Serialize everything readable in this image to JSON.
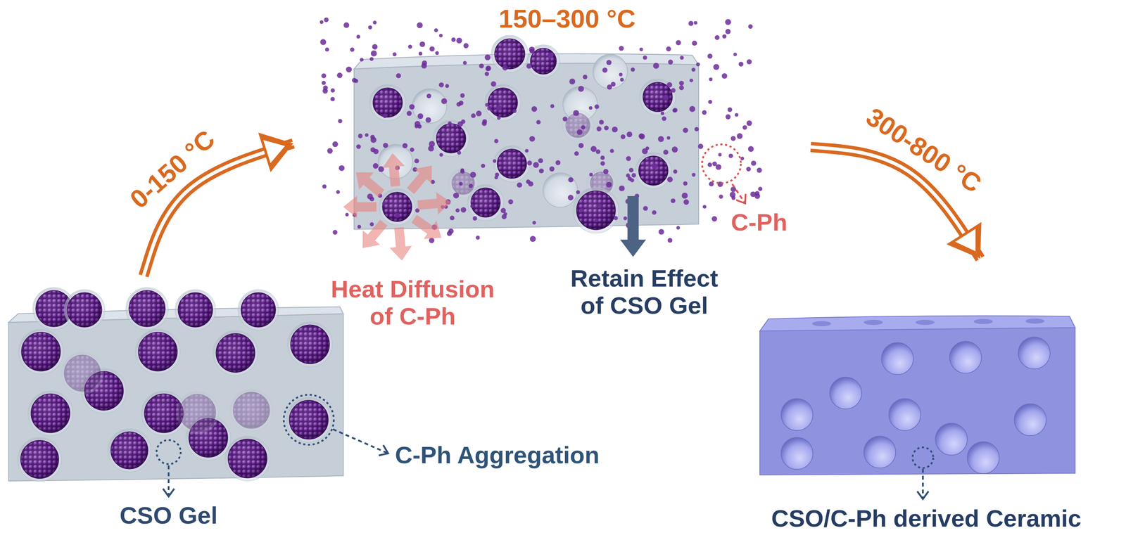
{
  "diagram": {
    "nodes": [
      {
        "text": [
          "C-Ph Aggregation",
          "CSO Gel"
        ]
      },
      {
        "text": [
          "150–300 °C"
        ]
      },
      {
        "text": [
          "CSO/C-Ph derived Ceramic"
        ]
      }
    ],
    "edges": [
      {
        "from": 0,
        "to": 1,
        "arrow": "to",
        "label": "0-150 °C"
      },
      {
        "from": 1,
        "to": 2,
        "arrow": "to",
        "label": "300-800 °C"
      }
    ],
    "labels": [
      "Heat Diffusion of C-Ph",
      "Retain Effect of CSO Gel",
      "C-Ph"
    ]
  }
}
